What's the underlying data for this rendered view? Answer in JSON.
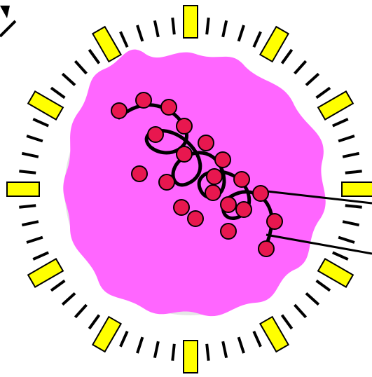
{
  "diagram": {
    "colors": {
      "background": "#ffffff",
      "gray_ring": "#e6e6e6",
      "cell_body": "#ff66ff",
      "marker_fill": "#ffff00",
      "marker_stroke": "#000000",
      "tick": "#000000",
      "bead_fill": "#e8174f",
      "bead_stroke": "#000000",
      "helix": "#000000",
      "leader_line": "#000000"
    },
    "outer_ring": {
      "tick_count": 60,
      "yellow_marker_every": 5
    },
    "helix": {
      "turns": 4,
      "beads_per_turn": 3.6
    },
    "labels": []
  }
}
